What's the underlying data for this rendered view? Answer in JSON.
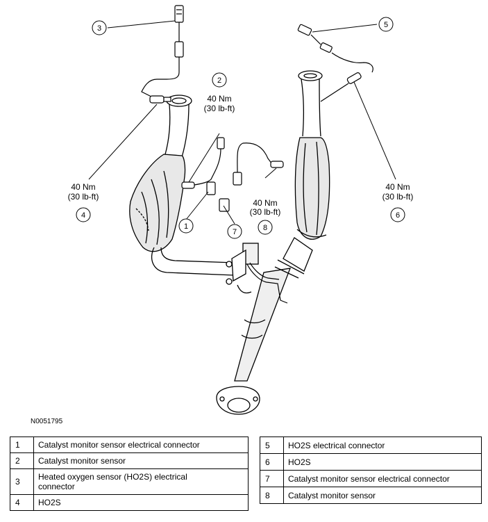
{
  "figure_id": "N0051795",
  "callouts": [
    {
      "num": "1"
    },
    {
      "num": "2",
      "torque_nm": "40 Nm",
      "torque_lbft": "(30 lb-ft)"
    },
    {
      "num": "3"
    },
    {
      "num": "4",
      "torque_nm": "40 Nm",
      "torque_lbft": "(30 lb-ft)"
    },
    {
      "num": "5"
    },
    {
      "num": "6",
      "torque_nm": "40 Nm",
      "torque_lbft": "(30 lb-ft)"
    },
    {
      "num": "7"
    },
    {
      "num": "8",
      "torque_nm": "40 Nm",
      "torque_lbft": "(30 lb-ft)"
    }
  ],
  "legend_left": [
    {
      "num": "1",
      "desc": "Catalyst monitor sensor electrical connector"
    },
    {
      "num": "2",
      "desc": "Catalyst monitor sensor"
    },
    {
      "num": "3",
      "desc_line1": "Heated oxygen sensor (HO2S) electrical",
      "desc_line2": "connector"
    },
    {
      "num": "4",
      "desc": "HO2S"
    }
  ],
  "legend_right": [
    {
      "num": "5",
      "desc": "HO2S electrical connector"
    },
    {
      "num": "6",
      "desc": "HO2S"
    },
    {
      "num": "7",
      "desc": "Catalyst monitor sensor electrical connector"
    },
    {
      "num": "8",
      "desc": "Catalyst monitor sensor"
    }
  ]
}
